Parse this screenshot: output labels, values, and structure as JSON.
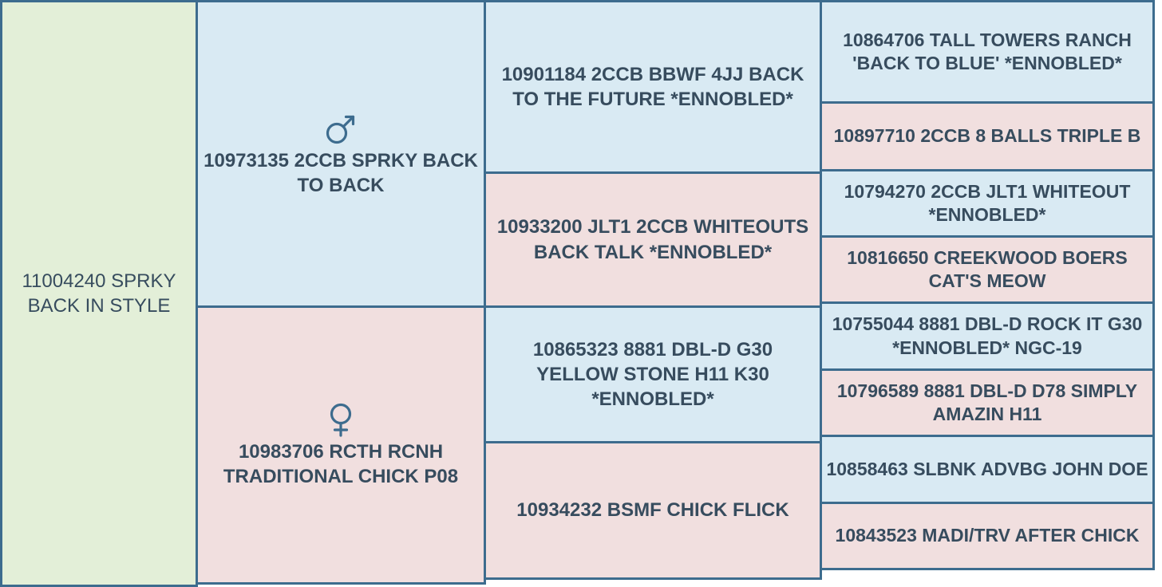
{
  "pedigree": {
    "border_color": "#3d6c8e",
    "text_color": "#374c5e",
    "colors": {
      "self": "#e3efd8",
      "male": "#d9eaf3",
      "female": "#f1dfdf"
    },
    "generation_1": [
      {
        "name": "11004240 SPRKY BACK IN STYLE",
        "sex": "self",
        "icon": ""
      }
    ],
    "generation_2": [
      {
        "name": "10973135 2CCB SPRKY BACK TO BACK",
        "sex": "male",
        "icon": "mars-symbol-icon"
      },
      {
        "name": "10983706 RCTH RCNH TRADITIONAL CHICK P08",
        "sex": "female",
        "icon": "venus-symbol-icon"
      }
    ],
    "generation_3": [
      {
        "name": "10901184 2CCB BBWF 4JJ BACK TO THE FUTURE *ENNOBLED*",
        "sex": "male"
      },
      {
        "name": "10933200 JLT1 2CCB WHITEOUTS BACK TALK *ENNOBLED*",
        "sex": "female"
      },
      {
        "name": "10865323 8881 DBL-D G30 YELLOW STONE H11 K30 *ENNOBLED*",
        "sex": "male"
      },
      {
        "name": "10934232 BSMF CHICK FLICK",
        "sex": "female"
      }
    ],
    "generation_4": [
      {
        "name": "10864706 TALL TOWERS RANCH 'BACK TO BLUE' *ENNOBLED*",
        "sex": "male"
      },
      {
        "name": "10897710 2CCB 8 BALLS TRIPLE B",
        "sex": "female"
      },
      {
        "name": "10794270 2CCB JLT1 WHITEOUT *ENNOBLED*",
        "sex": "male"
      },
      {
        "name": "10816650 CREEKWOOD BOERS CAT'S MEOW",
        "sex": "female"
      },
      {
        "name": "10755044 8881 DBL-D ROCK IT G30 *ENNOBLED* NGC-19",
        "sex": "male"
      },
      {
        "name": "10796589 8881 DBL-D D78 SIMPLY AMAZIN H11",
        "sex": "female"
      },
      {
        "name": "10858463 SLBNK ADVBG JOHN DOE",
        "sex": "male"
      },
      {
        "name": "10843523 MADI/TRV AFTER CHICK",
        "sex": "female"
      }
    ]
  }
}
